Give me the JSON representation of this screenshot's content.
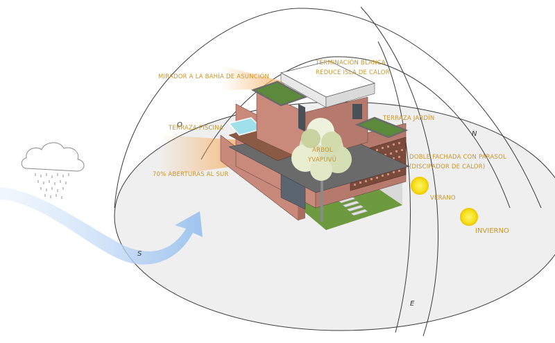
{
  "labels": {
    "mirador": "MIRADOR A LA BAHÍA DE ASUNCIÓN",
    "terminacion_1": "TERMINACIÓN BLANCA",
    "terminacion_2": "REDUCE ISLA DE CALOR",
    "terraza_piscina": "TERRAZA PISCINA",
    "terraza_jardin": "TERRAZA JARDÍN",
    "arbol_1": "ÁRBOL",
    "arbol_2": "YVAPUVÜ",
    "doble_fachada_1": "DOBLE FACHADA CON PARASOL",
    "doble_fachada_2": "(DISCIPADOR DE CALOR)",
    "aberturas": "70% ABERTURAS AL SUR",
    "verano": "VERANO",
    "invierno": "INVIERNO"
  },
  "cardinals": {
    "north": "N",
    "south": "S",
    "east": "E",
    "west": "O"
  },
  "colors": {
    "annotation": "#c9952a",
    "sun": "#f5e21a",
    "brick": "#c98a7c",
    "wind": "#a9cdf2",
    "ground": "#eeeeee",
    "grass": "#5a8a3a"
  }
}
